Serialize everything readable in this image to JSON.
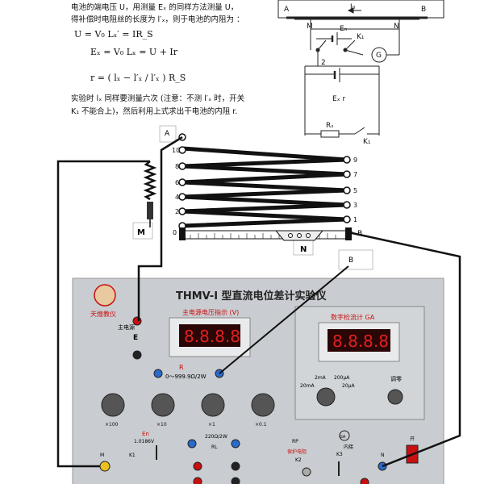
{
  "text": {
    "line1": "电池的端电压 U，用测量 Eₓ 的同样方法测量 U，",
    "line2": "得补偿时电阻丝的长度为      l′ₓ，则于电池的内阻为  ：",
    "eq1": "U = V₀ Lₓ′ = IR_S",
    "eq2": "Eₓ = V₀ Lₓ = U + Ir",
    "eq3": "r = ( lₓ − l′ₓ / l′ₓ ) R_S",
    "note1": "实验时 lₓ 同样要测量六次     (注意：不测 l′ₓ 时，开关",
    "note2": "K₁ 不能合上)，然后利用上式求出干电池的内阻        r."
  },
  "circuit": {
    "A": "A",
    "B": "B",
    "I0": "I₀",
    "M": "M",
    "N": "N",
    "En": "Eₙ",
    "K1": "K₁",
    "G": "G",
    "num2": "2",
    "ExR": "Eₓ  r",
    "Rs": "Rₛ",
    "K1b": "K₁"
  },
  "slide": {
    "A": "A",
    "M": "M",
    "N": "N",
    "B": "B",
    "numbers_right": [
      "9",
      "7",
      "5",
      "3",
      "1"
    ],
    "numbers_left": [
      "10",
      "8",
      "6",
      "4",
      "2",
      "0"
    ],
    "callout_B": "B"
  },
  "panel": {
    "logo": "天煌教仪",
    "title": "THMV-I 型直流电位差计实验仪",
    "voltmeter_label": "主电源电压指示 (V)",
    "voltmeter_digits": "8.8.8.8",
    "galvo_label": "数字检流计 GA",
    "galvo_digits": "8.8.8.8",
    "E_label": "E",
    "main_label": "主电源",
    "R_label": "R",
    "R_range": "0～999.9Ω/2W",
    "knob_labels": [
      "×100",
      "×10",
      "×1",
      "×0.1"
    ],
    "range_labels": [
      "2mA",
      "200μA",
      "20mA",
      "20μA"
    ],
    "zero_label": "调零",
    "M_label": "M",
    "En_label": "En",
    "En_value": "1.0186V",
    "K1_label": "K1",
    "res_label": "220Ω/2W",
    "RL_label": "RL",
    "K2_label": "K2",
    "Rp_label": "RP",
    "protect_label": "保护电阻",
    "ga_label": "GA",
    "inner_label": "内接",
    "K3_label": "K3",
    "N_label": "N",
    "power_label": "开"
  },
  "colors": {
    "panel_bg": "#c9ccd0",
    "display_red": "#e02020",
    "display_bg": "#2a0606",
    "accent_red": "#c81010"
  }
}
